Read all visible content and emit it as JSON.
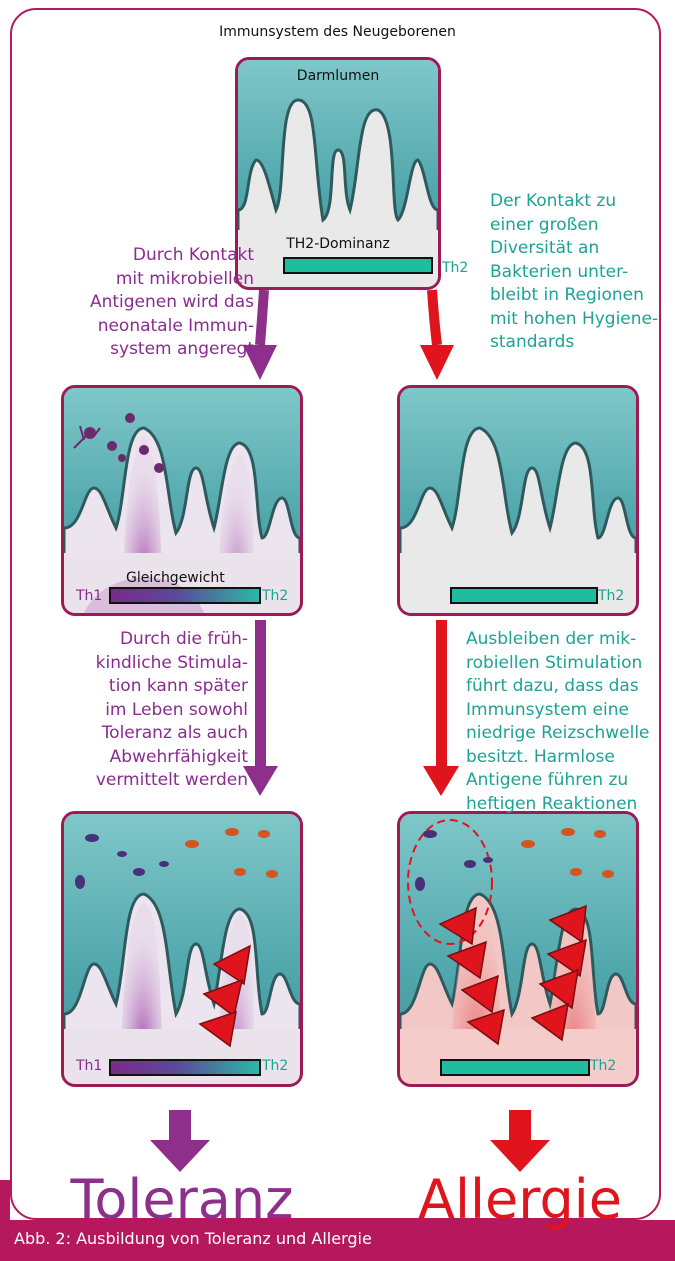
{
  "title": "Immunsystem des Neugeborenen",
  "panel_top": {
    "label": "Darmlumen",
    "dominance_label": "TH2-Dominanz",
    "th2": "Th2"
  },
  "panel_mid_left": {
    "balance_label": "Gleichgewicht",
    "th1": "Th1",
    "th2": "Th2"
  },
  "panel_mid_right": {
    "th2": "Th2"
  },
  "panel_bottom_left": {
    "th1": "Th1",
    "th2": "Th2"
  },
  "panel_bottom_right": {
    "th2": "Th2"
  },
  "annotations": {
    "left_top": [
      "Durch Kontakt",
      "mit mikrobiellen",
      "Antigenen wird das",
      "neonatale Immun-",
      "system angeregt"
    ],
    "right_top": [
      "Der Kontakt zu",
      "einer großen",
      "Diversität an",
      "Bakterien unter-",
      "bleibt in Regionen",
      "mit hohen Hygiene-",
      "standards"
    ],
    "left_mid": [
      "Durch die früh-",
      "kindliche Stimula-",
      "tion kann später",
      "im Leben sowohl",
      "Toleranz als auch",
      "Abwehrfähigkeit",
      "vermittelt werden"
    ],
    "right_mid": [
      "Ausbleiben der mik-",
      "robiellen Stimulation",
      "führt dazu, dass das",
      "Immunsystem eine",
      "niedrige Reizschwelle",
      "besitzt. Harmlose",
      "Antigene führen zu",
      "heftigen Reaktionen"
    ]
  },
  "outcomes": {
    "left": "Toleranz",
    "right": "Allergie"
  },
  "caption": "Abb. 2: Ausbildung von Toleranz und Allergie",
  "colors": {
    "frame": "#b5185d",
    "purple": "#8a2c8f",
    "teal": "#1ca393",
    "red": "#e0141c",
    "bar_teal": "#1ebd9e"
  }
}
